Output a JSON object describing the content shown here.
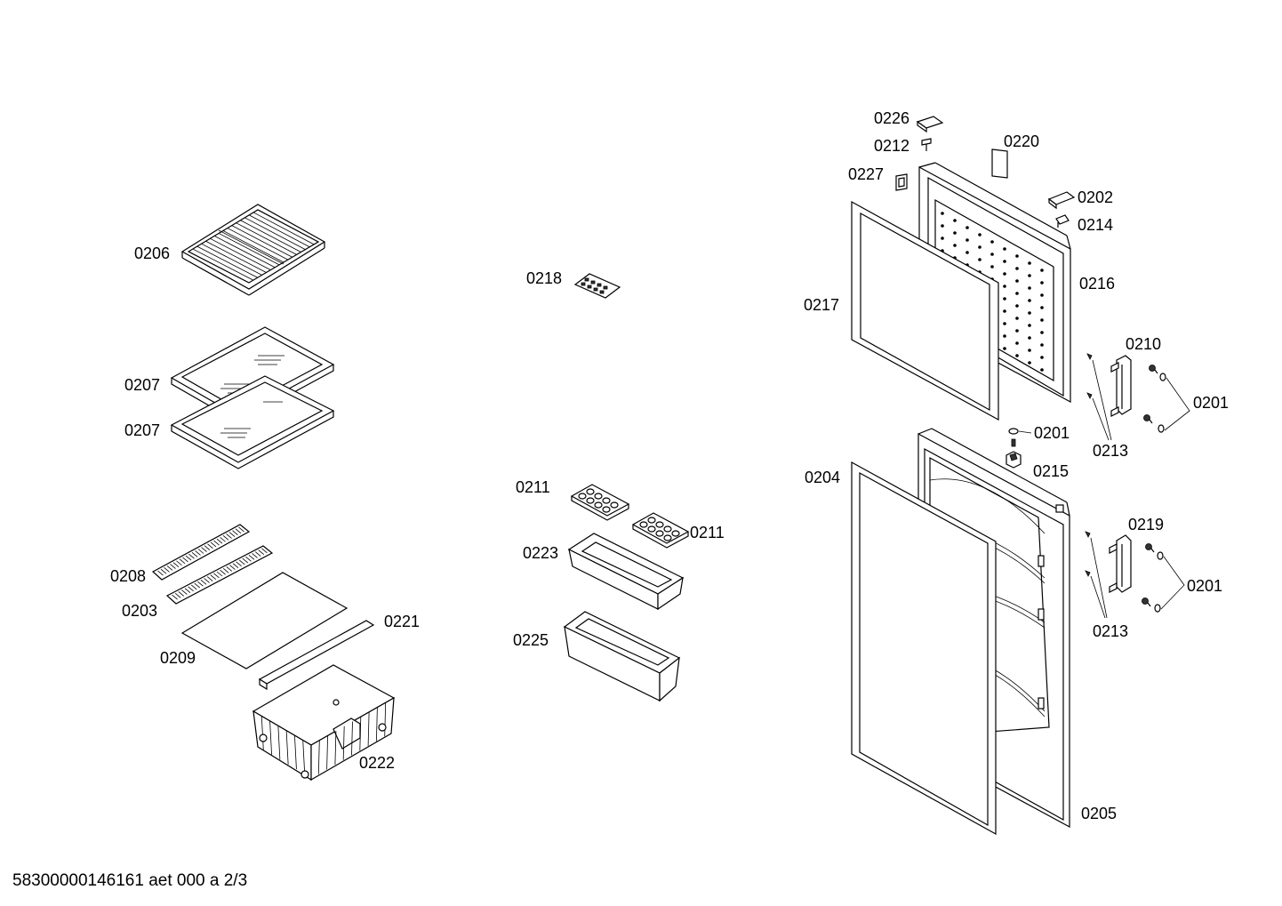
{
  "labels": {
    "p0206": "0206",
    "p0207a": "0207",
    "p0207b": "0207",
    "p0208": "0208",
    "p0203": "0203",
    "p0209": "0209",
    "p0221": "0221",
    "p0222": "0222",
    "p0218": "0218",
    "p0211a": "0211",
    "p0211b": "0211",
    "p0223": "0223",
    "p0225": "0225",
    "p0226": "0226",
    "p0212": "0212",
    "p0220": "0220",
    "p0227": "0227",
    "p0202": "0202",
    "p0214": "0214",
    "p0216": "0216",
    "p0217": "0217",
    "p0210": "0210",
    "p0201a": "0201",
    "p0201b": "0201",
    "p0201c": "0201",
    "p0213a": "0213",
    "p0213b": "0213",
    "p0215": "0215",
    "p0204": "0204",
    "p0219": "0219",
    "p0205": "0205"
  },
  "footer": "58300000146161 aet 000 a 2/3"
}
